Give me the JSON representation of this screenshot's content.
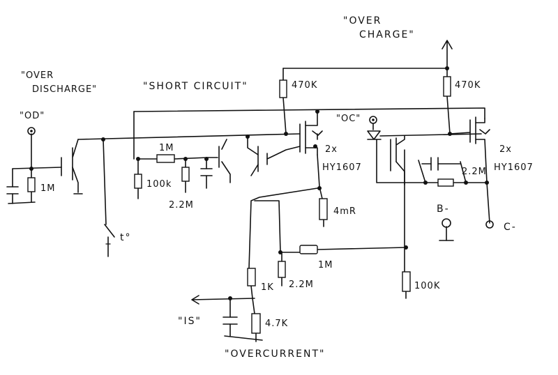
{
  "labels": {
    "over_charge_line1": "\"OVER",
    "over_charge_line2": "CHARGE\"",
    "over_discharge_line1": "\"OVER",
    "over_discharge_line2": "DISCHARGE\"",
    "short_circuit": "\"SHORT CIRCUIT\"",
    "od": "\"OD\"",
    "oc": "\"OC\"",
    "is": "\"IS\"",
    "overcurrent": "\"OVERCURRENT\"",
    "b_minus": "B-",
    "c_minus": "C-"
  },
  "components": {
    "r_470k_left": "470K",
    "r_470k_right": "470K",
    "mosfet_left_qty": "2x",
    "mosfet_left_part": "HY1607",
    "mosfet_right_qty": "2x",
    "mosfet_right_part": "HY1607",
    "r_1m_od": "1M",
    "r_1m_sc": "1M",
    "r_100k_left": "100k",
    "r_2m2_sc": "2.2M",
    "r_4mr": "4mR",
    "r_1m_mid": "1M",
    "r_1k": "1K",
    "r_2m2_oc": "2.2M",
    "r_4k7": "4.7K",
    "r_100k_right": "100K",
    "r_2m2_right": "2.2M",
    "thermal_switch": "t°"
  }
}
